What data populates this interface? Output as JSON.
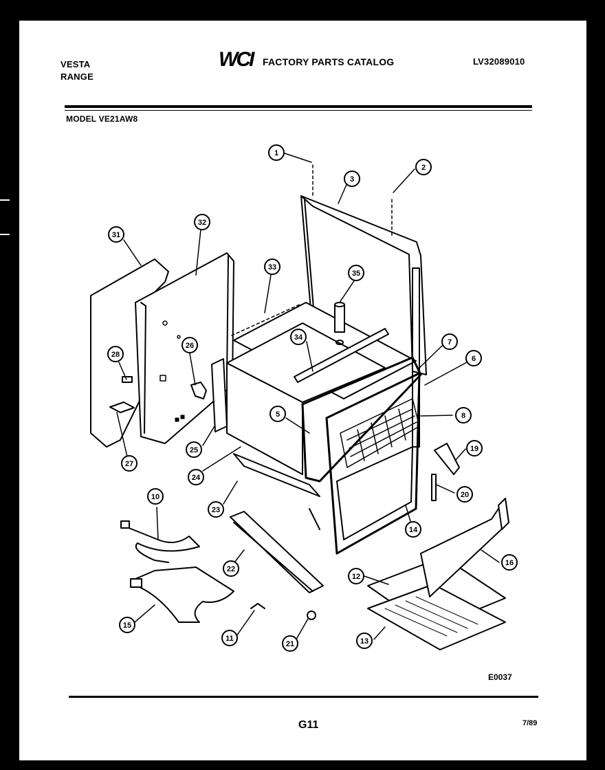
{
  "header": {
    "brand_line1": "VESTA",
    "brand_line2": "RANGE",
    "logo": "WCI",
    "catalog_title": "FACTORY PARTS CATALOG",
    "catalog_number": "LV32089010",
    "model": "MODEL VE21AW8"
  },
  "diagram": {
    "callouts": [
      "1",
      "2",
      "3",
      "31",
      "32",
      "33",
      "35",
      "34",
      "26",
      "28",
      "7",
      "6",
      "5",
      "8",
      "25",
      "27",
      "24",
      "19",
      "20",
      "23",
      "14",
      "10",
      "22",
      "16",
      "12",
      "15",
      "11",
      "21",
      "13"
    ],
    "drawing_code": "E0037"
  },
  "footer": {
    "page_code": "G11",
    "date": "7/89"
  },
  "colors": {
    "ink": "#000000",
    "paper": "#ffffff",
    "border": "#000000"
  }
}
